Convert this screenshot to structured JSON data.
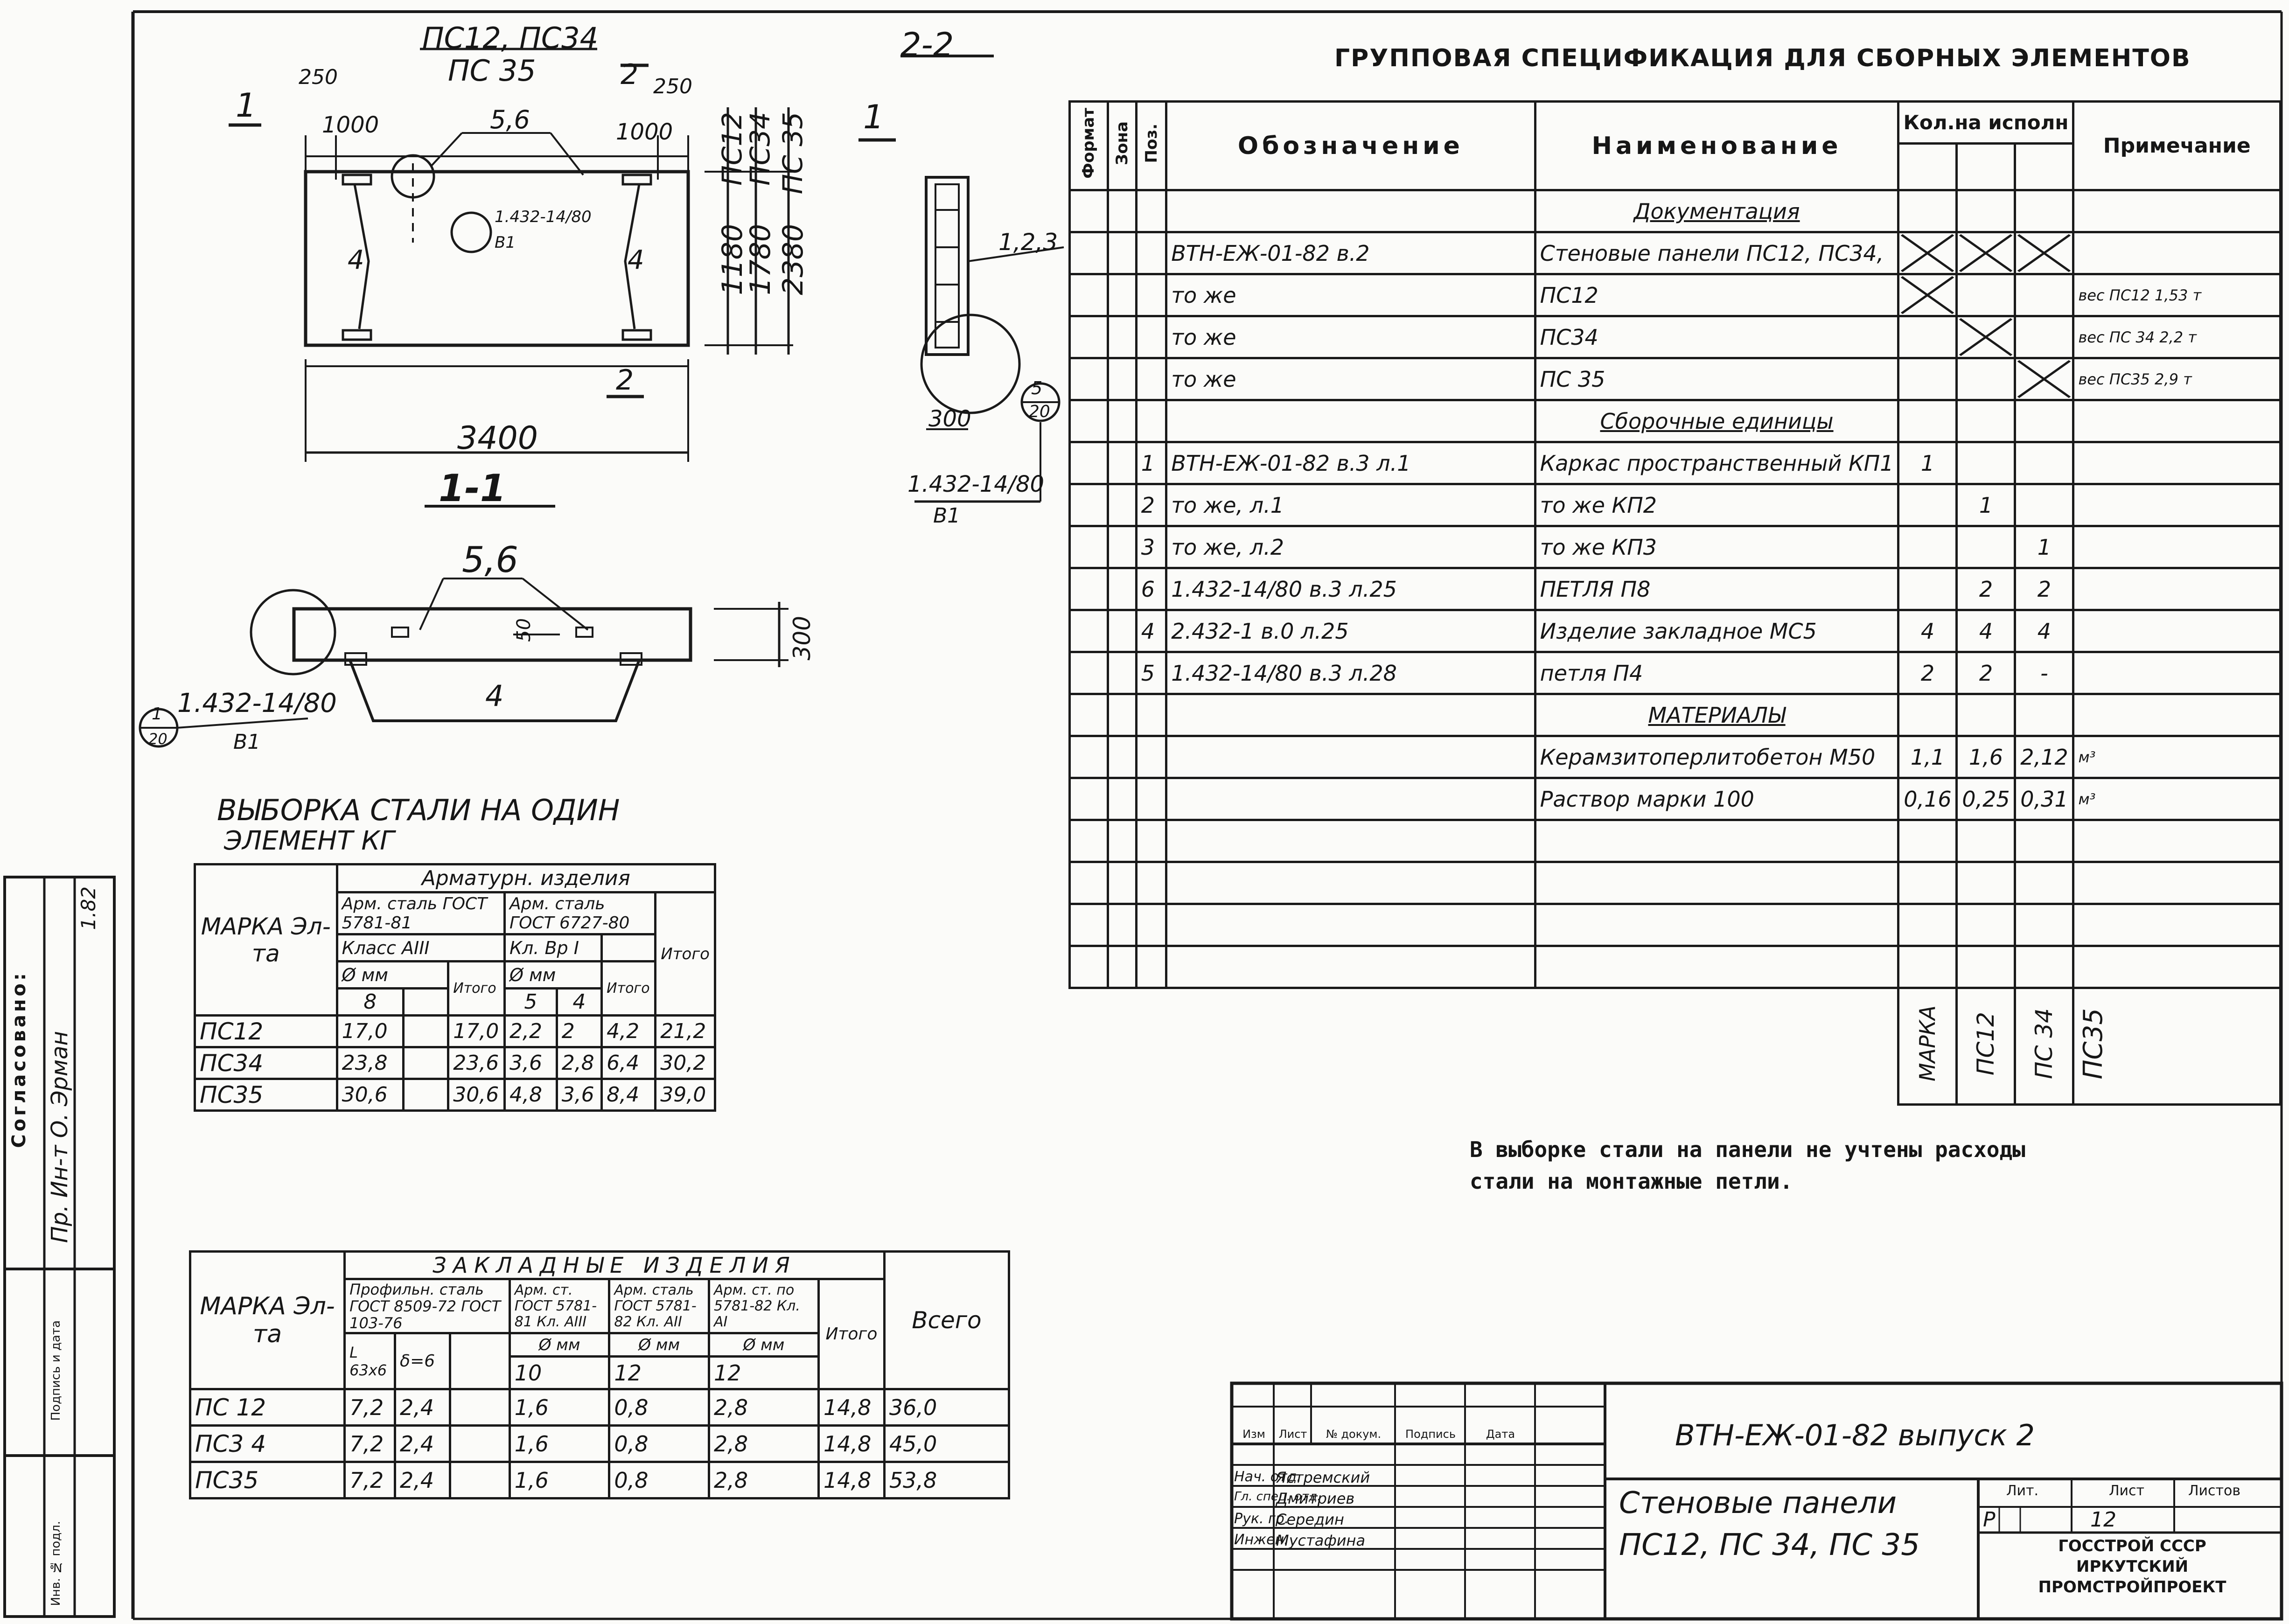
{
  "spec": {
    "title": "ГРУППОВАЯ СПЕЦИФИКАЦИЯ ДЛЯ СБОРНЫХ ЭЛЕМЕНТОВ",
    "headers": {
      "format": "Формат",
      "zone": "Зона",
      "pos": "Поз.",
      "designation": "Обозначение",
      "name": "Наименование",
      "qty": "Кол.на исполн",
      "note": "Примечание"
    },
    "rows": [
      {
        "pos": "",
        "designation": "",
        "name": "Документация",
        "q1": "",
        "q2": "",
        "q3": "",
        "note": ""
      },
      {
        "pos": "",
        "designation": "ВТН-ЕЖ-01-82 в.2",
        "name": "Стеновые панели ПС12, ПС34,",
        "q1": "X",
        "q2": "X",
        "q3": "X",
        "note": ""
      },
      {
        "pos": "",
        "designation": "то же",
        "name": "ПС12",
        "q1": "X",
        "q2": "",
        "q3": "",
        "note": "вес ПС12 1,53 т"
      },
      {
        "pos": "",
        "designation": "то же",
        "name": "ПС34",
        "q1": "",
        "q2": "X",
        "q3": "",
        "note": "вес ПС 34 2,2 т"
      },
      {
        "pos": "",
        "designation": "то же",
        "name": "ПС 35",
        "q1": "",
        "q2": "",
        "q3": "X",
        "note": "вес ПС35 2,9 т"
      },
      {
        "pos": "",
        "designation": "",
        "name": "Сборочные единицы",
        "q1": "",
        "q2": "",
        "q3": "",
        "note": ""
      },
      {
        "pos": "1",
        "designation": "ВТН-ЕЖ-01-82 в.3 л.1",
        "name": "Каркас пространственный КП1",
        "q1": "1",
        "q2": "",
        "q3": "",
        "note": ""
      },
      {
        "pos": "2",
        "designation": "то же, л.1",
        "name": "то же КП2",
        "q1": "",
        "q2": "1",
        "q3": "",
        "note": ""
      },
      {
        "pos": "3",
        "designation": "то же, л.2",
        "name": "то же КП3",
        "q1": "",
        "q2": "",
        "q3": "1",
        "note": ""
      },
      {
        "pos": "6",
        "designation": "1.432-14/80 в.3 л.25",
        "name": "ПЕТЛЯ П8",
        "q1": "",
        "q2": "2",
        "q3": "2",
        "note": ""
      },
      {
        "pos": "4",
        "designation": "2.432-1 в.0 л.25",
        "name": "Изделие закладное МС5",
        "q1": "4",
        "q2": "4",
        "q3": "4",
        "note": ""
      },
      {
        "pos": "5",
        "designation": "1.432-14/80 в.3 л.28",
        "name": "петля П4",
        "q1": "2",
        "q2": "2",
        "q3": "-",
        "note": ""
      },
      {
        "pos": "",
        "designation": "",
        "name": "МАТЕРИАЛЫ",
        "q1": "",
        "q2": "",
        "q3": "",
        "note": ""
      },
      {
        "pos": "",
        "designation": "",
        "name": "Керамзитоперлитобетон М50",
        "q1": "1,1",
        "q2": "1,6",
        "q3": "2,12",
        "note": "м³"
      },
      {
        "pos": "",
        "designation": "",
        "name": "Раствор марки 100",
        "q1": "0,16",
        "q2": "0,25",
        "q3": "0,31",
        "note": "м³"
      },
      {
        "pos": "",
        "designation": "",
        "name": "",
        "q1": "",
        "q2": "",
        "q3": "",
        "note": ""
      },
      {
        "pos": "",
        "designation": "",
        "name": "",
        "q1": "",
        "q2": "",
        "q3": "",
        "note": ""
      },
      {
        "pos": "",
        "designation": "",
        "name": "",
        "q1": "",
        "q2": "",
        "q3": "",
        "note": ""
      },
      {
        "pos": "",
        "designation": "",
        "name": "",
        "q1": "",
        "q2": "",
        "q3": "",
        "note": ""
      }
    ],
    "footer": [
      "МАРКА",
      "ПС12",
      "ПС 34",
      "ПС35"
    ]
  },
  "note_text": [
    "В выборке стали на панели не учтены расходы",
    "стали на монтажные петли."
  ],
  "steel": {
    "title1": "ВЫБОРКА СТАЛИ НА ОДИН",
    "title2": "ЭЛЕМЕНТ КГ",
    "h_mark": "МАРКА Эл-та",
    "h_group": "Арматурн. изделия",
    "h_a": "Арм. сталь ГОСТ 5781-81",
    "h_b": "Арм. сталь ГОСТ 6727-80",
    "h_a_cls": "Класс АIII",
    "h_b_cls": "Кл. Вр I",
    "h_phi": "Ø мм",
    "h_total": "Итого",
    "h_itogo": "Итого",
    "d8": "8",
    "d5": "5",
    "d4": "4",
    "rows": [
      [
        "ПС12",
        "17,0",
        "",
        "17,0",
        "2,2",
        "2",
        "4,2",
        "21,2"
      ],
      [
        "ПС34",
        "23,8",
        "",
        "23,6",
        "3,6",
        "2,8",
        "6,4",
        "30,2"
      ],
      [
        "ПС35",
        "30,6",
        "",
        "30,6",
        "4,8",
        "3,6",
        "8,4",
        "39,0"
      ]
    ]
  },
  "embed": {
    "h_mark": "МАРКА Эл-та",
    "h_group": "ЗАКЛАДНЫЕ ИЗДЕЛИЯ",
    "h_a": "Профильн. сталь ГОСТ 8509-72 ГОСТ 103-76",
    "h_b": "Арм. ст. ГОСТ 5781-81 Кл. АIII",
    "h_c": "Арм. сталь ГОСТ 5781-82 Кл. АII",
    "h_d": "Арм. ст. по 5781-82 Кл. АI",
    "h_l": "L 63х6",
    "h_d6": "δ=6",
    "h_phi": "Ø мм",
    "h_total": "Итого",
    "h_all": "Всего",
    "d10": "10",
    "d12a": "12",
    "d12b": "12",
    "rows": [
      [
        "ПС 12",
        "7,2",
        "2,4",
        "1,6",
        "0,8",
        "2,8",
        "14,8",
        "36,0"
      ],
      [
        "ПС3 4",
        "7,2",
        "2,4",
        "1,6",
        "0,8",
        "2,8",
        "14,8",
        "45,0"
      ],
      [
        "ПС35",
        "7,2",
        "2,4",
        "1,6",
        "0,8",
        "2,8",
        "14,8",
        "53,8"
      ]
    ]
  },
  "stamp": {
    "code": "ВТН-ЕЖ-01-82 выпуск 2",
    "cols": [
      "Изм",
      "Лист",
      "№ докум.",
      "Подпись",
      "Дата"
    ],
    "people": [
      [
        "Нач. отд.",
        "Ястремский"
      ],
      [
        "Гл. спец. отд.",
        "Дмитриев"
      ],
      [
        "Рук. гр.",
        "Середин"
      ],
      [
        "Инжен.",
        "Мустафина"
      ]
    ],
    "title1": "Стеновые панели",
    "title2": "ПС12, ПС 34, ПС 35",
    "lit": "Лит.",
    "sheet": "Лист",
    "sheets": "Листов",
    "lit_val": "Р",
    "sheet_val": "12",
    "org1": "ГОССТРОЙ СССР",
    "org2": "ИРКУТСКИЙ",
    "org3": "ПРОМСТРОЙПРОЕКТ"
  },
  "margin": {
    "agreed": "Согласовано:",
    "entries": [
      "Пр. Ин-т О. Эрман",
      "1.82"
    ],
    "inv": "Инв. № подл.",
    "sign": "Подпись и дата"
  },
  "drawing": {
    "marks_top": "ПС12, ПС34",
    "marks_bot": "ПС 35",
    "d250a": "250",
    "d250b": "250",
    "d1000a": "1000",
    "d1000b": "1000",
    "d56": "5,6",
    "d56b": "5,6",
    "d3400": "3400",
    "d300": "300",
    "d300b": "300",
    "d50": "50",
    "h_labels": [
      "ПС12",
      "ПС34",
      "ПС 35"
    ],
    "h_values": [
      "1180",
      "1780",
      "2380"
    ],
    "s11": "1-1",
    "s22": "2-2",
    "sec1": "1",
    "sec2": "2",
    "four": "4",
    "call_432a": "1.432-14/80",
    "call_b1a": "В1",
    "call_432b": "1.432-14/80",
    "call_b1b": "В1",
    "call_432c": "1.432-14/80",
    "call_b1c": "В1",
    "n5": "5",
    "n20": "20",
    "n123": "1,2,3",
    "n1": "1",
    "n20b": "20"
  }
}
